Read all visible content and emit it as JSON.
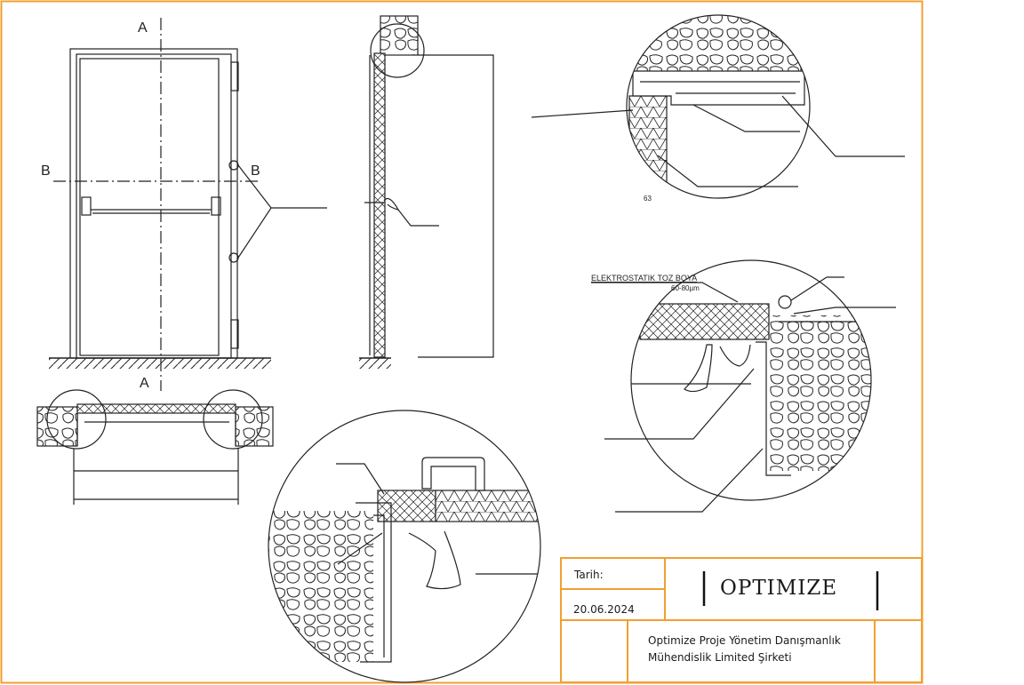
{
  "drawing": {
    "section_marks": {
      "a_top": "A",
      "a_bottom": "A",
      "b_left": "B",
      "b_right": "B"
    },
    "detail_annotations": {
      "paint_label": "ELEKTROSTATIK TOZ BOYA",
      "paint_thickness": "60-80µm",
      "frame_width": "63"
    }
  },
  "title_block": {
    "date_label": "Tarih:",
    "date_value": "20.06.2024",
    "logo_text": "OPTIMIZE",
    "company_line1": "Optimize Proje Yönetim Danışmanlık",
    "company_line2": "Mühendislik Limited Şirketi"
  },
  "colors": {
    "border": "#f0a030",
    "line": "#222222"
  }
}
